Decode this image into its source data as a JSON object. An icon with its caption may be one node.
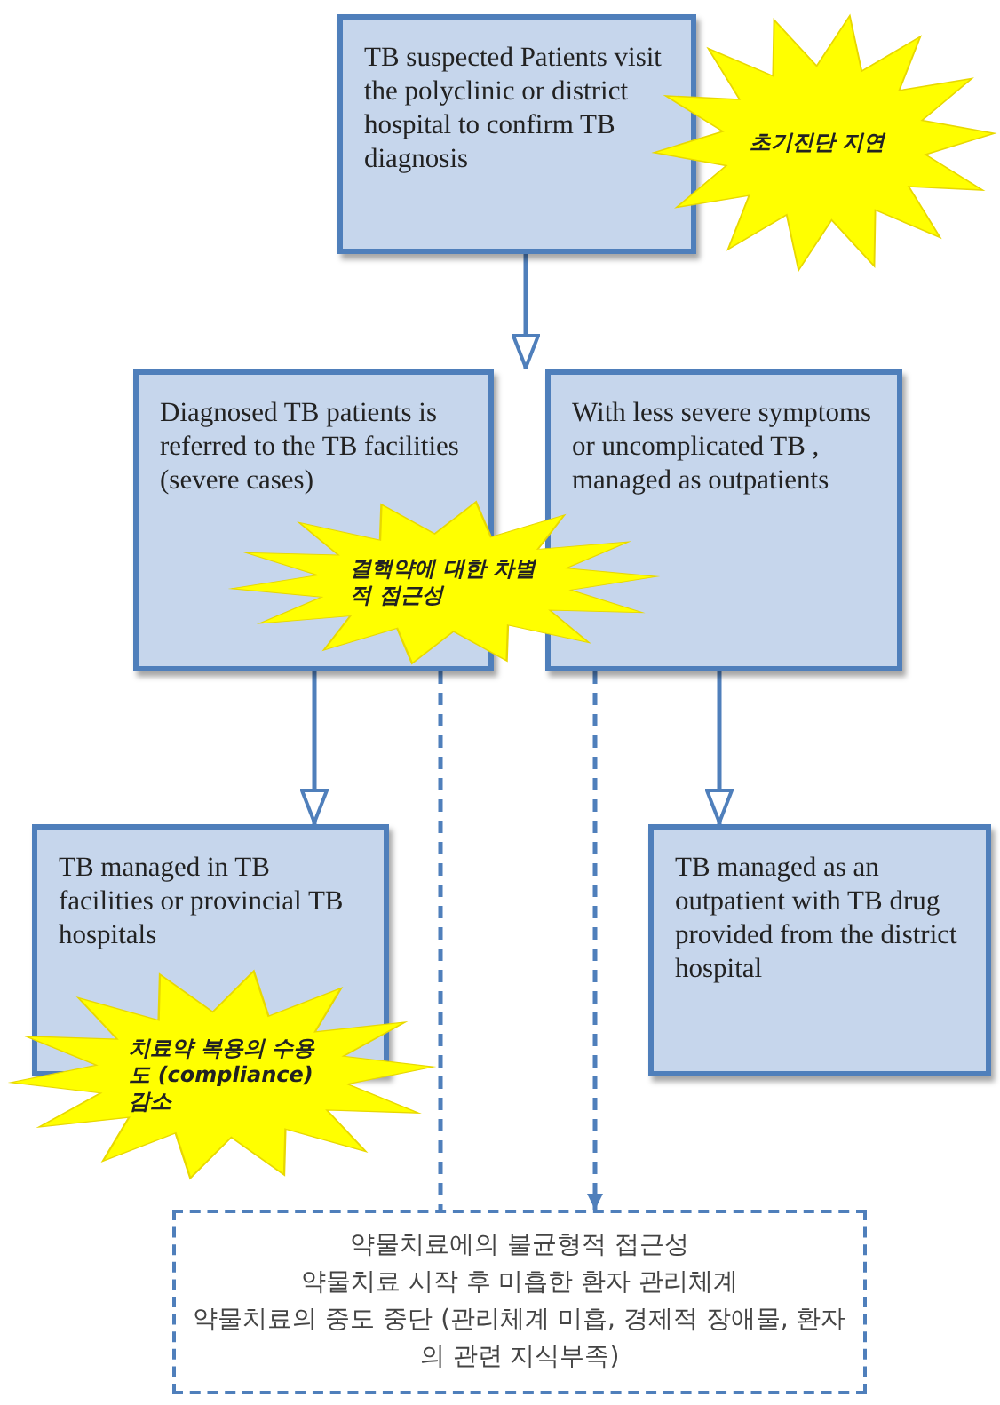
{
  "diagram": {
    "nodes": [
      {
        "text": [
          "TB suspected Patients visit the polyclinic or district hospital to confirm TB diagnosis"
        ]
      },
      {
        "text": [
          "초기진단 지연"
        ]
      },
      {
        "text": [
          "Diagnosed TB patients is referred to the TB facilities (severe cases)"
        ]
      },
      {
        "text": [
          "With less severe symptoms or uncomplicated TB , managed as outpatients"
        ]
      },
      {
        "text": [
          "결핵약에 대한 차별적 접근성"
        ]
      },
      {
        "text": [
          "TB managed in TB facilities or provincial TB hospitals"
        ]
      },
      {
        "text": [
          "TB managed as an outpatient with TB drug provided from the district hospital"
        ]
      },
      {
        "text": [
          "치료약 복용의 수용도 (compliance) 감소"
        ]
      },
      {
        "text": [
          "약물치료에의 불균형적 접근성",
          "약물치료 시작 후 미흡한 환자 관리체계",
          "약물치료의 중도 중단 (관리체계 미흡, 경제적 장애물, 환자의 관련 지식부족)"
        ]
      }
    ],
    "edges": [
      {
        "from": 0,
        "to": 3,
        "arrow": "to"
      },
      {
        "from": 2,
        "to": 5,
        "arrow": "to"
      },
      {
        "from": 3,
        "to": 6,
        "arrow": "to"
      },
      {
        "from": 2,
        "to": 8,
        "arrow": "none",
        "style": "dashed"
      },
      {
        "from": 3,
        "to": 8,
        "arrow": "to",
        "style": "dashed"
      }
    ]
  }
}
